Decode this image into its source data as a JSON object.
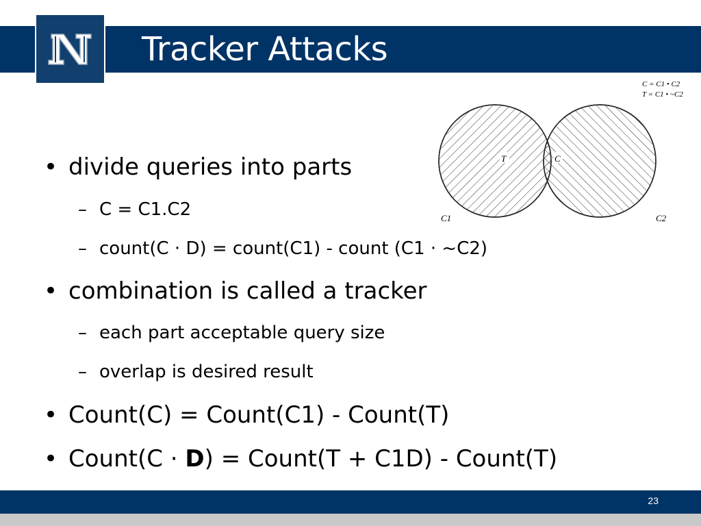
{
  "slide": {
    "title": "Tracker Attacks",
    "page_number": "23",
    "colors": {
      "brand": "#003366",
      "footer_grey": "#c8c8c8"
    },
    "logo": {
      "icon": "university-n-logo-icon",
      "letter": "N"
    }
  },
  "bullets": [
    {
      "text": "divide queries into parts",
      "sub": [
        "C = C1.C2",
        "count(C · D) = count(C1) - count (C1 · ~C2)"
      ]
    },
    {
      "text": "combination is called a tracker",
      "sub": [
        "each part acceptable query size",
        "overlap is desired result"
      ]
    },
    {
      "text": "Count(C) = Count(C1)  - Count(T)",
      "sub": []
    },
    {
      "text_parts": [
        "Count(C · ",
        "D",
        ") = Count(T + C1D)  - Count(T)"
      ],
      "sub": []
    }
  ],
  "bullet_marker": "•",
  "sub_marker": "–",
  "diagram": {
    "formula_1": "C = C1 • C2",
    "formula_2": "T = C1 • ~C2",
    "label_c1": "C1",
    "label_c2": "C2",
    "label_t": "T",
    "label_c": "C"
  }
}
